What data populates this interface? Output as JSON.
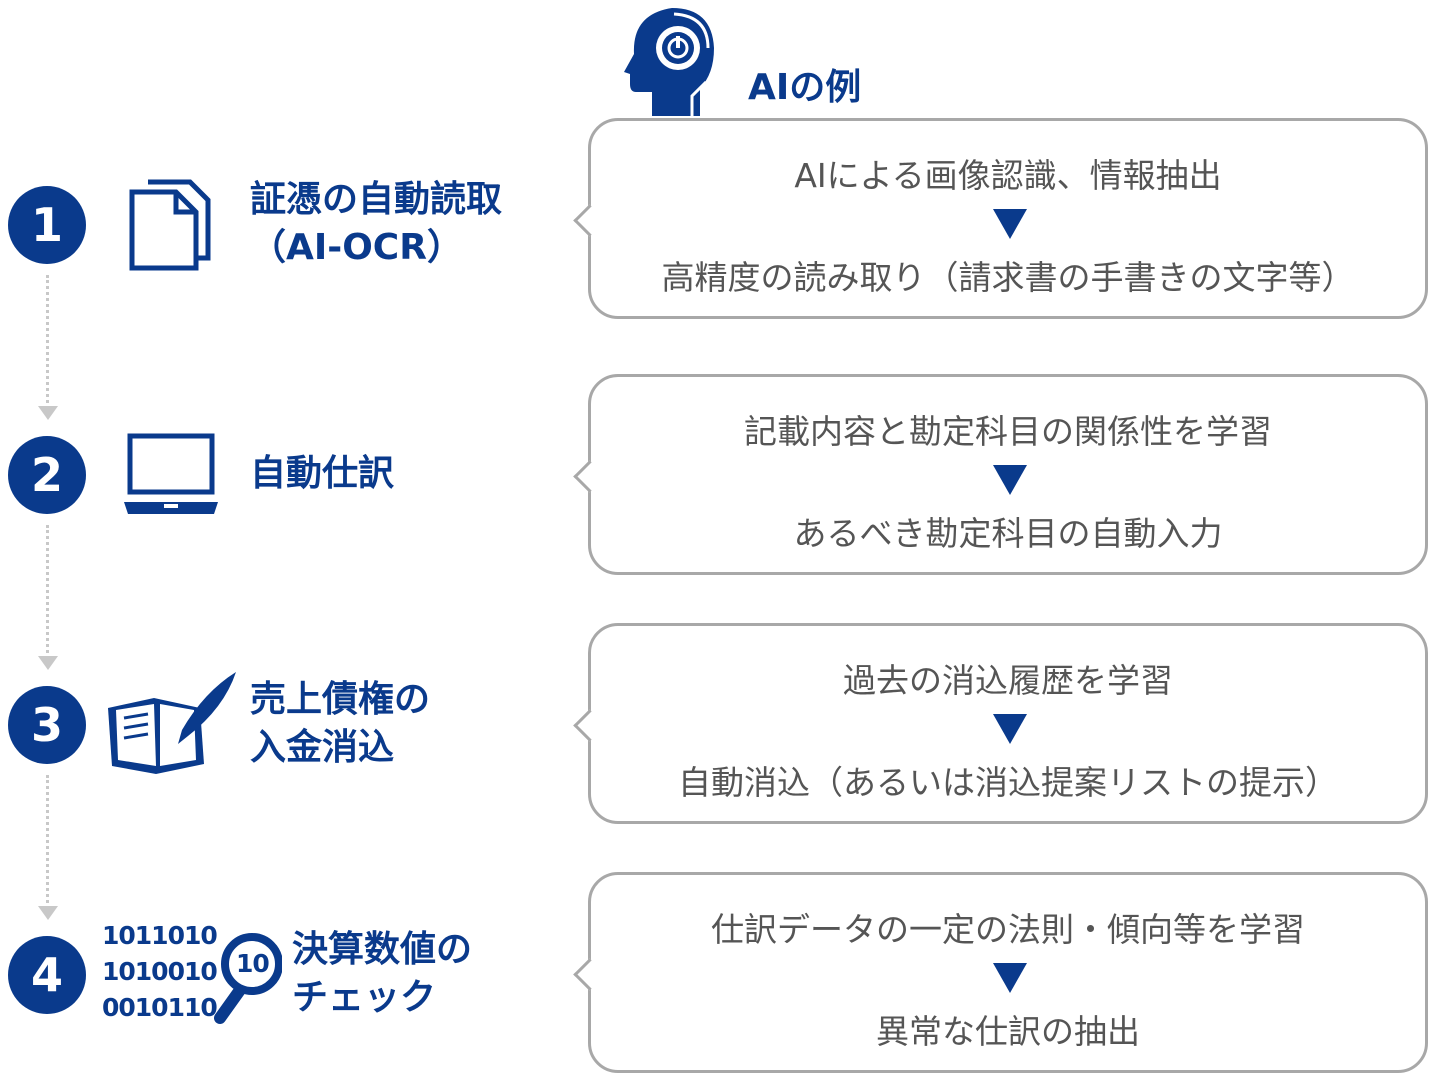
{
  "header": {
    "title": "AIの例",
    "icon": "ai-head-gear-icon"
  },
  "colors": {
    "accent": "#0a3a8c",
    "box_border": "#a8a8a8",
    "text": "#555555"
  },
  "steps": [
    {
      "number": "1",
      "label_lines": [
        "証憑の自動読取",
        "（AI-OCR）"
      ],
      "icon": "documents-icon",
      "box": {
        "line1": "AIによる画像認識、情報抽出",
        "line2": "高精度の読み取り（請求書の手書きの文字等）"
      }
    },
    {
      "number": "2",
      "label_lines": [
        "自動仕訳"
      ],
      "icon": "laptop-icon",
      "box": {
        "line1": "記載内容と勘定科目の関係性を学習",
        "line2": "あるべき勘定科目の自動入力"
      }
    },
    {
      "number": "3",
      "label_lines": [
        "売上債権の",
        "入金消込"
      ],
      "icon": "book-pen-icon",
      "box": {
        "line1": "過去の消込履歴を学習",
        "line2": "自動消込（あるいは消込提案リストの提示）"
      }
    },
    {
      "number": "4",
      "label_lines": [
        "決算数値の",
        "チェック"
      ],
      "icon": "binary-magnifier-icon",
      "binary": [
        "1011010",
        "1010010",
        "0010110"
      ],
      "lens": "10",
      "box": {
        "line1": "仕訳データの一定の法則・傾向等を学習",
        "line2": "異常な仕訳の抽出"
      }
    }
  ]
}
